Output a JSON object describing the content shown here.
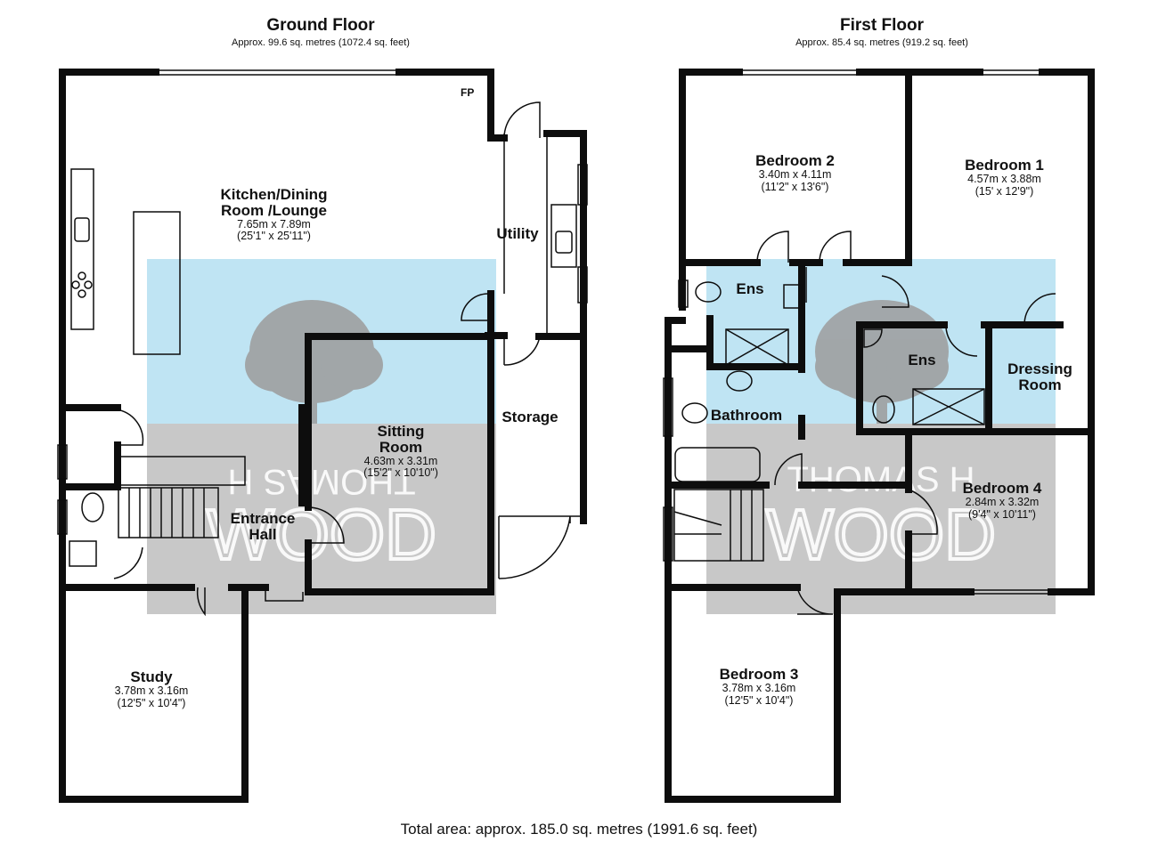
{
  "ground_floor": {
    "title": "Ground Floor",
    "area": "Approx. 99.6 sq. metres (1072.4 sq. feet)",
    "fp_label": "FP",
    "rooms": [
      {
        "name": "Kitchen/Dining Room /Lounge",
        "dim_m": "7.65m x 7.89m",
        "dim_ft": "(25'1\" x 25'11\")"
      },
      {
        "name": "Utility",
        "dim_m": "",
        "dim_ft": ""
      },
      {
        "name": "Storage",
        "dim_m": "",
        "dim_ft": ""
      },
      {
        "name": "Sitting Room",
        "dim_m": "4.63m x 3.31m",
        "dim_ft": "(15'2\" x 10'10\")"
      },
      {
        "name": "Entrance Hall",
        "dim_m": "",
        "dim_ft": ""
      },
      {
        "name": "Study",
        "dim_m": "3.78m x 3.16m",
        "dim_ft": "(12'5\" x 10'4\")"
      }
    ]
  },
  "first_floor": {
    "title": "First Floor",
    "area": "Approx. 85.4 sq. metres (919.2 sq. feet)",
    "rooms": [
      {
        "name": "Bedroom 2",
        "dim_m": "3.40m x 4.11m",
        "dim_ft": "(11'2\" x 13'6\")"
      },
      {
        "name": "Bedroom 1",
        "dim_m": "4.57m x 3.88m",
        "dim_ft": "(15' x 12'9\")"
      },
      {
        "name": "Ens",
        "dim_m": "",
        "dim_ft": ""
      },
      {
        "name": "Ens",
        "dim_m": "",
        "dim_ft": ""
      },
      {
        "name": "Dressing Room",
        "dim_m": "",
        "dim_ft": ""
      },
      {
        "name": "Bathroom",
        "dim_m": "",
        "dim_ft": ""
      },
      {
        "name": "Bedroom 4",
        "dim_m": "2.84m x 3.32m",
        "dim_ft": "(9'4\" x 10'11\")"
      },
      {
        "name": "Bedroom 3",
        "dim_m": "3.78m x 3.16m",
        "dim_ft": "(12'5\" x 10'4\")"
      }
    ]
  },
  "watermark": {
    "line1": "THOMAS H",
    "line2": "WOOD"
  },
  "total_area": "Total area: approx. 185.0 sq. metres (1991.6 sq. feet)",
  "colors": {
    "wall": "#0d0d0d",
    "watermark_blue": "#bfe4f3",
    "watermark_grey": "#c8c8c8"
  }
}
